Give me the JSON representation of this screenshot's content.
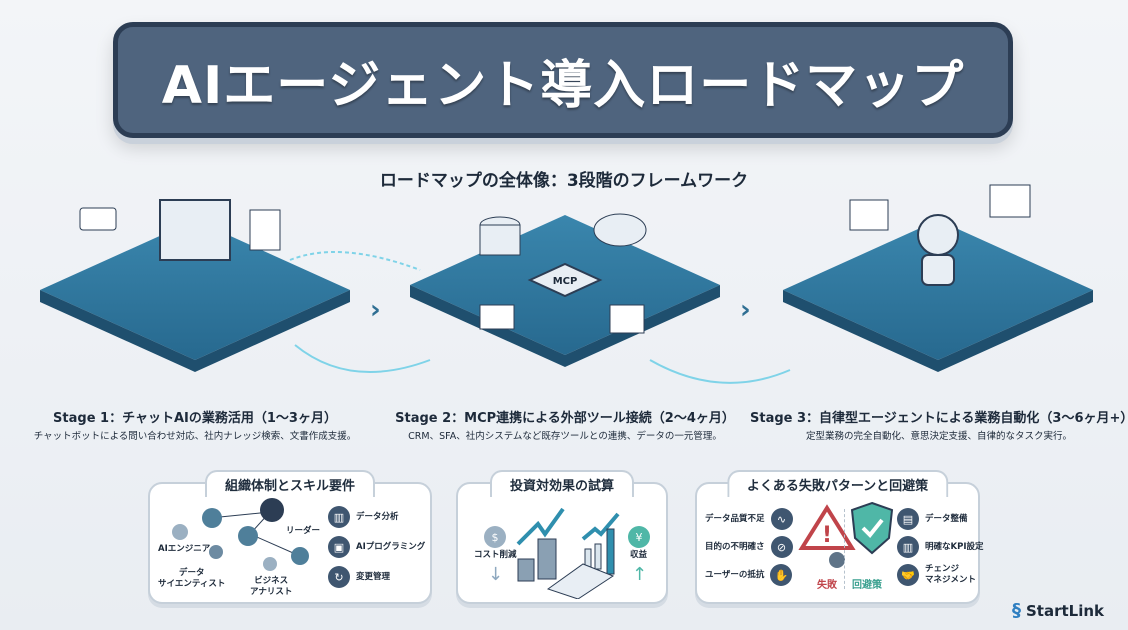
{
  "title": "AIエージェント導入ロードマップ",
  "subtitle": "ロードマップの全体像：3段階のフレームワーク",
  "stages": [
    {
      "title": "Stage 1：チャットAIの業務活用（1〜3ヶ月）",
      "desc": "チャットボットによる問い合わせ対応、社内ナレッジ検索、文書作成支援。"
    },
    {
      "title": "Stage 2：MCP連携による外部ツール接続（2〜4ヶ月）",
      "desc": "CRM、SFA、社内システムなど既存ツールとの連携、データの一元管理。",
      "hub_label": "MCP"
    },
    {
      "title": "Stage 3：自律型エージェントによる業務自動化（3〜6ヶ月+）",
      "desc": "定型業務の完全自動化、意思決定支援、自律的なタスク実行。"
    }
  ],
  "panels": {
    "org": {
      "title": "組織体制とスキル要件",
      "roles": [
        "リーダー",
        "AIエンジニア",
        "データ\nサイエンティスト",
        "ビジネス\nアナリスト"
      ],
      "skills": [
        "データ分析",
        "AIプログラミング",
        "変更管理"
      ]
    },
    "roi": {
      "title": "投資対効果の試算",
      "left": "コスト削減",
      "right": "収益"
    },
    "fail": {
      "title": "よくある失敗パターンと回避策",
      "failures": [
        "データ品質不足",
        "目的の不明確さ",
        "ユーザーの抵抗"
      ],
      "fail_label": "失敗",
      "solutions": [
        "データ整備",
        "明確なKPI設定",
        "チェンジ\nマネジメント"
      ],
      "solution_label": "回避策"
    }
  },
  "brand": "StartLink",
  "colors": {
    "banner": "#4f647e",
    "platform": "#2f6f93",
    "accent": "#3fb6d6"
  }
}
